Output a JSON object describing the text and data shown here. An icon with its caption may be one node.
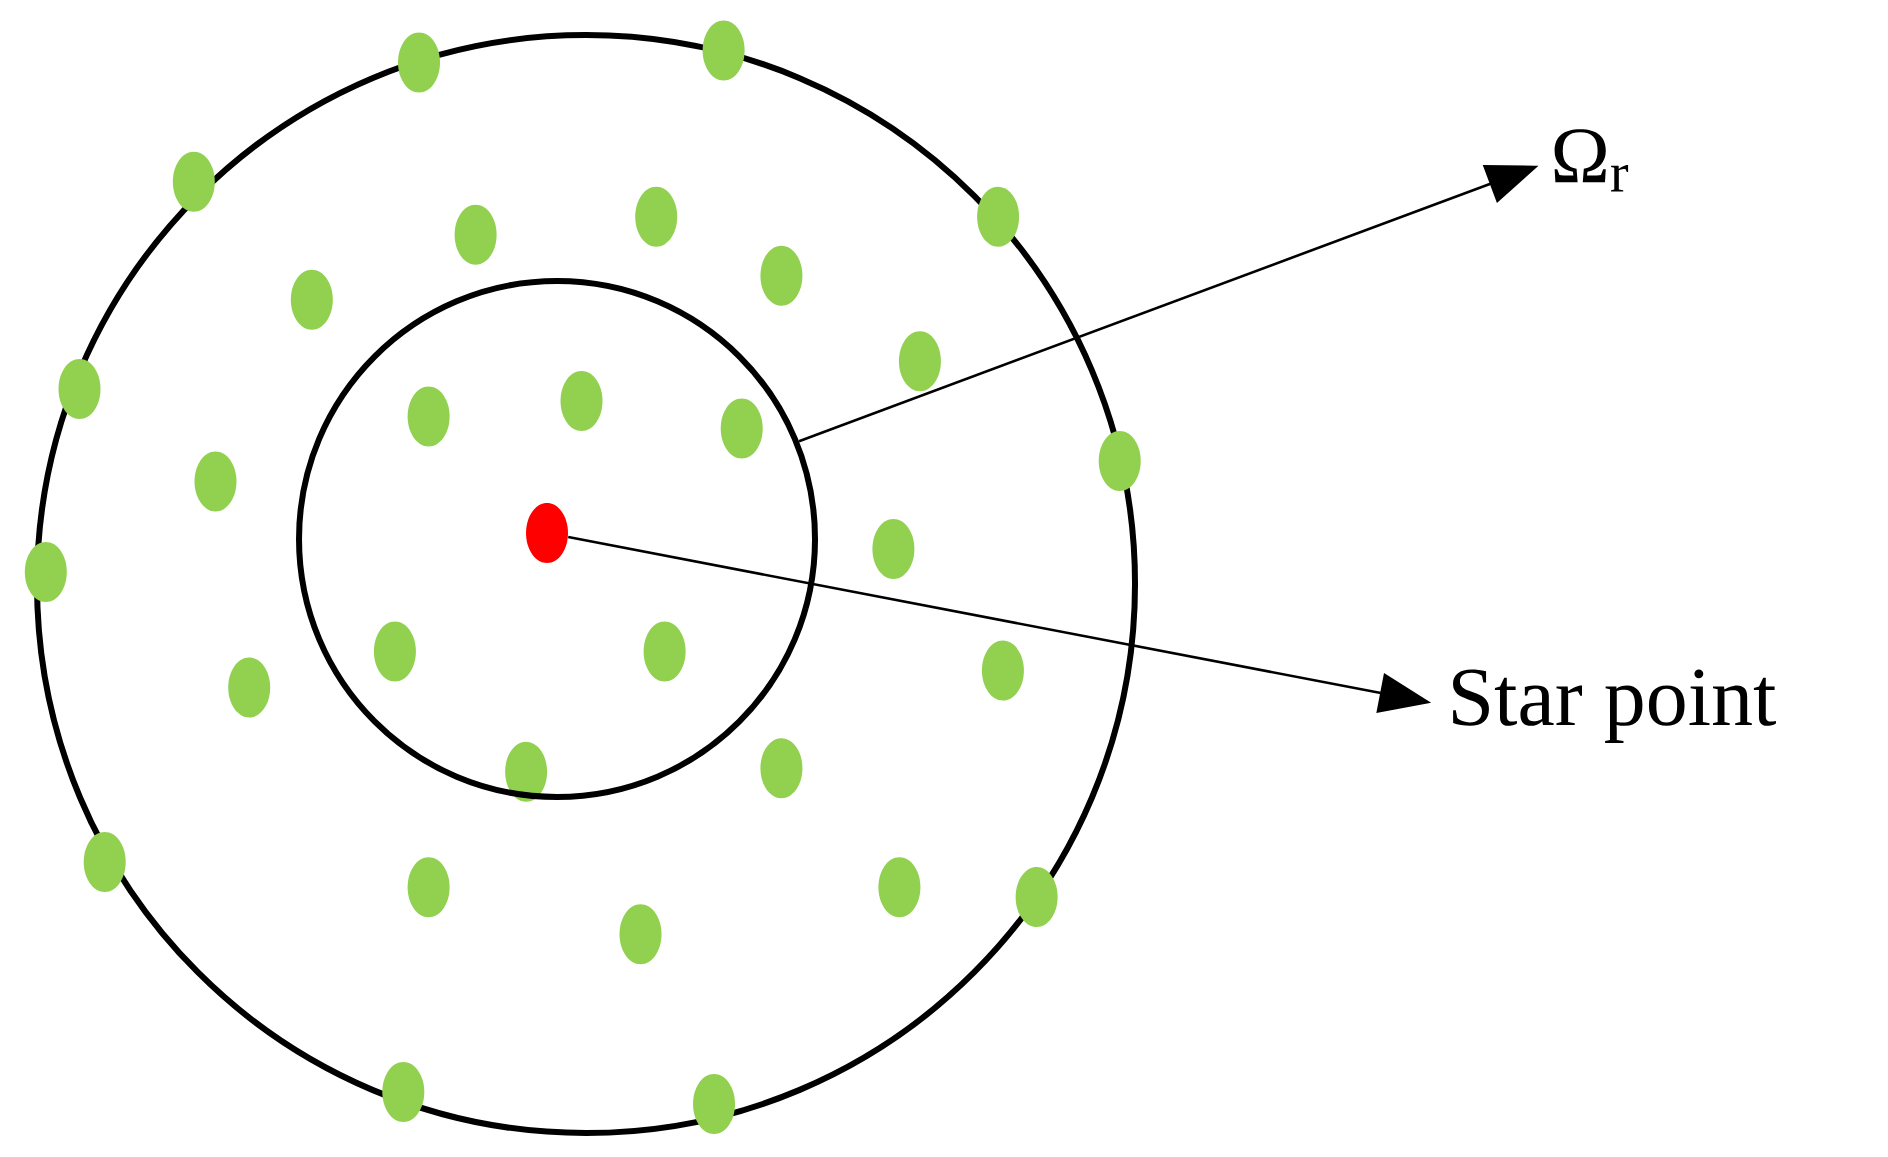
{
  "diagram": {
    "nodes": [
      {
        "text": [],
        "shape": "circle"
      },
      {
        "text": [],
        "shape": "ellipse",
        "in": 0
      },
      {
        "text": [
          "Ω$_{r}$"
        ]
      },
      {
        "text": [
          "Star point"
        ]
      }
    ],
    "edges": [
      {
        "from": 0,
        "to": 2,
        "arrow": "to"
      },
      {
        "from": 1,
        "to": 3,
        "arrow": "to"
      }
    ]
  }
}
